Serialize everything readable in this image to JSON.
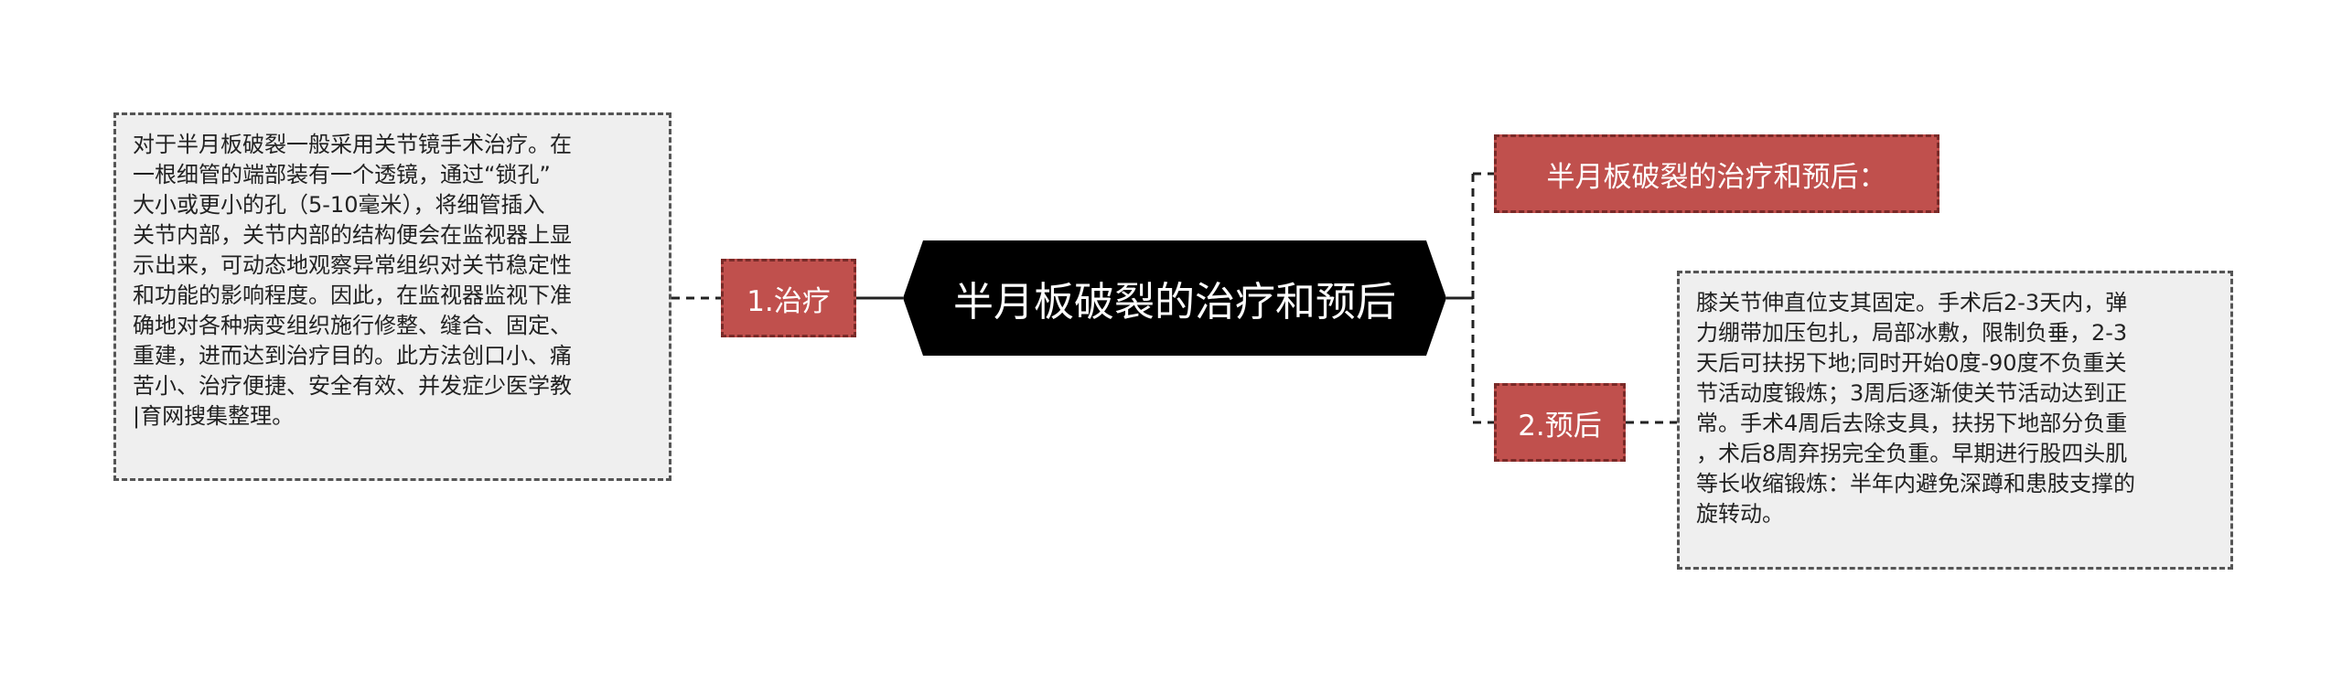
{
  "colors": {
    "central_fill": "#000000",
    "branch_fill": "#c0504d",
    "note_fill": "#efefef",
    "connector": "#222222"
  },
  "central": {
    "title": "半月板破裂的治疗和预后"
  },
  "branches": {
    "treatment": {
      "label": "1.治疗",
      "note": "对于半月板破裂一般采用关节镜手术治疗。在\n一根细管的端部装有一个透镜，通过“锁孔”\n大小或更小的孔（5-10毫米），将细管插入\n关节内部，关节内部的结构便会在监视器上显\n示出来，可动态地观察异常组织对关节稳定性\n和功能的影响程度。因此，在监视器监视下准\n确地对各种病变组织施行修整、缝合、固定、\n重建，进而达到治疗目的。此方法创口小、痛\n苦小、治疗便捷、安全有效、并发症少医学教\n|育网搜集整理。"
    },
    "summary": {
      "label": "半月板破裂的治疗和预后："
    },
    "prognosis": {
      "label": "2.预后",
      "note": "膝关节伸直位支其固定。手术后2-3天内，弹\n力绷带加压包扎，局部冰敷，限制负垂，2-3\n天后可扶拐下地;同时开始0度-90度不负重关\n节活动度锻炼；3周后逐渐使关节活动达到正\n常。手术4周后去除支具，扶拐下地部分负重\n，术后8周弃拐完全负重。早期进行股四头肌\n等长收缩锻炼：半年内避免深蹲和患肢支撑的\n旋转动。"
    }
  }
}
